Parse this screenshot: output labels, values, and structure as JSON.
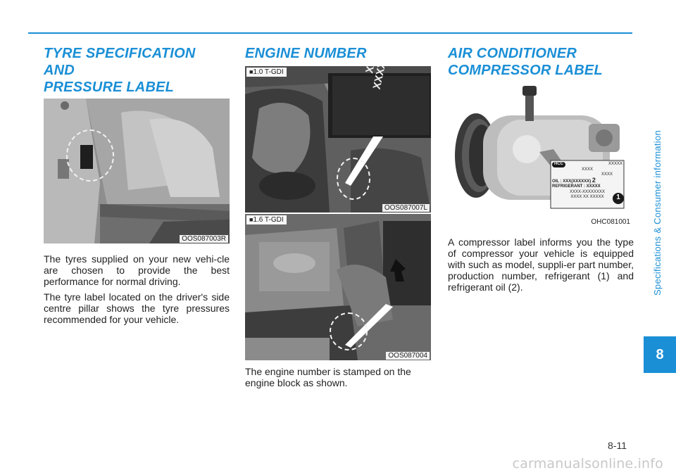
{
  "sidebar": {
    "section_title": "Specifications & Consumer information",
    "chapter_number": "8"
  },
  "footer": {
    "page_number": "8-11",
    "watermark": "carmanualsonline.info"
  },
  "tyre_label": {
    "heading_line1": "TYRE SPECIFICATION AND",
    "heading_line2": "PRESSURE LABEL",
    "image_caption": "OOS087003R",
    "paragraph1": "The tyres supplied on your new vehi-cle are chosen to provide the best performance for normal driving.",
    "paragraph2": "The tyre label located on the driver's side centre pillar shows the tyre pressures recommended for your vehicle."
  },
  "engine_number": {
    "heading": "ENGINE NUMBER",
    "image1_tag": "1.0 T-GDI",
    "image1_caption": "OOS087007L",
    "image1_stamp_line1": "XXXX",
    "image1_stamp_line2": "XXXXXXXX",
    "image2_tag": "1.6 T-GDI",
    "image2_caption": "OOS087004",
    "paragraph": "The engine number is stamped on the engine block as shown."
  },
  "ac_compressor": {
    "heading_line1": "AIR CONDITIONER",
    "heading_line2": "COMPRESSOR LABEL",
    "image_caption": "OHC081001",
    "label_logo": "HCC",
    "label_line1": "XXXXX",
    "label_line2": "XXXX",
    "label_line3": "XXXX",
    "label_oil": "OIL : XXX(XXXXXX)",
    "label_refrigerant": "REFRIGERANT : XXXXX",
    "label_line6": "XXXX-XXXXXXXX",
    "label_line7": "XXXX XX XXXXX",
    "callout1": "1",
    "callout2": "2",
    "paragraph": "A compressor label informs you the type of compressor your vehicle is equipped with such as model, suppli-er part number, production number, refrigerant (1) and refrigerant oil (2)."
  },
  "colors": {
    "accent": "#1a8fd6",
    "photo_gray": "#9c9c9c"
  }
}
